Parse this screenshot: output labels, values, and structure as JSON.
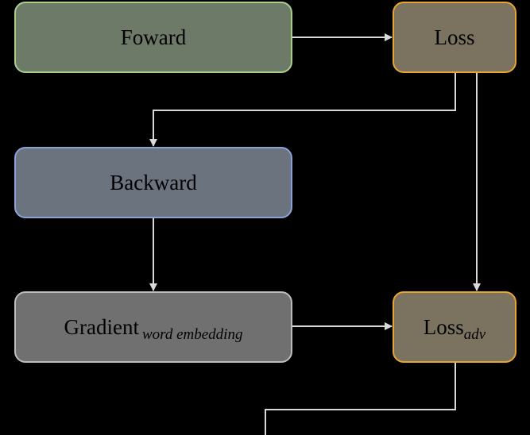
{
  "diagram": {
    "nodes": {
      "forward": {
        "label": "Foward"
      },
      "loss": {
        "label": "Loss"
      },
      "backward": {
        "label": "Backward"
      },
      "gradient": {
        "label": "Gradient",
        "subscript": "word embedding"
      },
      "loss_adv": {
        "label": "Loss",
        "subscript": "adv"
      }
    },
    "colors": {
      "background": "#000000",
      "connector": "#d9d9d9",
      "forward_fill": "#6e7a68",
      "forward_border": "#a9cf8d",
      "loss_fill": "#7b735f",
      "loss_border": "#e8a530",
      "backward_fill": "#6b737e",
      "backward_border": "#8aa2d8",
      "gradient_fill": "#707070",
      "gradient_border": "#bdbdbd"
    }
  }
}
